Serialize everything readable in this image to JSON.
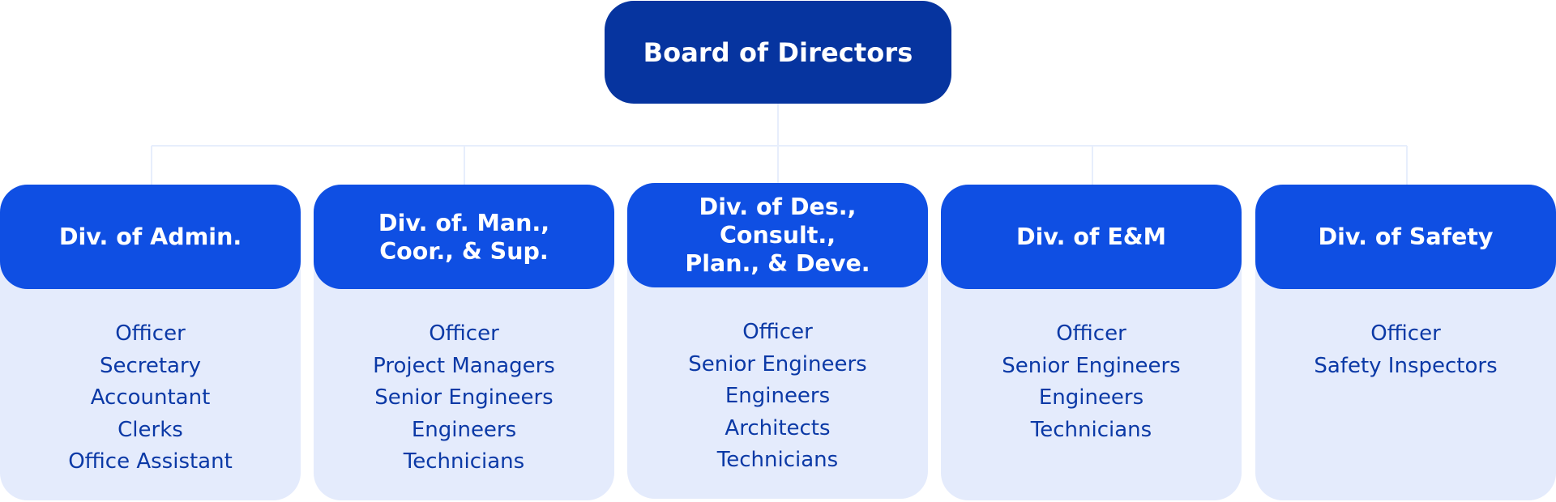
{
  "root": {
    "label": "Board of Directors"
  },
  "divisions": [
    {
      "label": "Div. of Admin.",
      "roles": [
        "Officer",
        "Secretary",
        "Accountant",
        "Clerks",
        "Office Assistant"
      ]
    },
    {
      "label": "Div. of. Man.,\nCoor., & Sup.",
      "roles": [
        "Officer",
        "Project Managers",
        "Senior Engineers",
        "Engineers",
        "Technicians"
      ]
    },
    {
      "label": "Div. of Des., Consult.,\nPlan., & Deve.",
      "roles": [
        "Officer",
        "Senior Engineers",
        "Engineers",
        "Architects",
        "Technicians"
      ]
    },
    {
      "label": "Div. of E&M",
      "roles": [
        "Officer",
        "Senior Engineers",
        "Engineers",
        "Technicians"
      ]
    },
    {
      "label": "Div. of Safety",
      "roles": [
        "Officer",
        "Safety Inspectors"
      ]
    }
  ],
  "colors": {
    "root_fill": "#06349f",
    "header_fill": "#0f4fe3",
    "body_fill": "#e4ebfc",
    "role_text": "#0b39a6",
    "connector": "#e7eefc"
  }
}
